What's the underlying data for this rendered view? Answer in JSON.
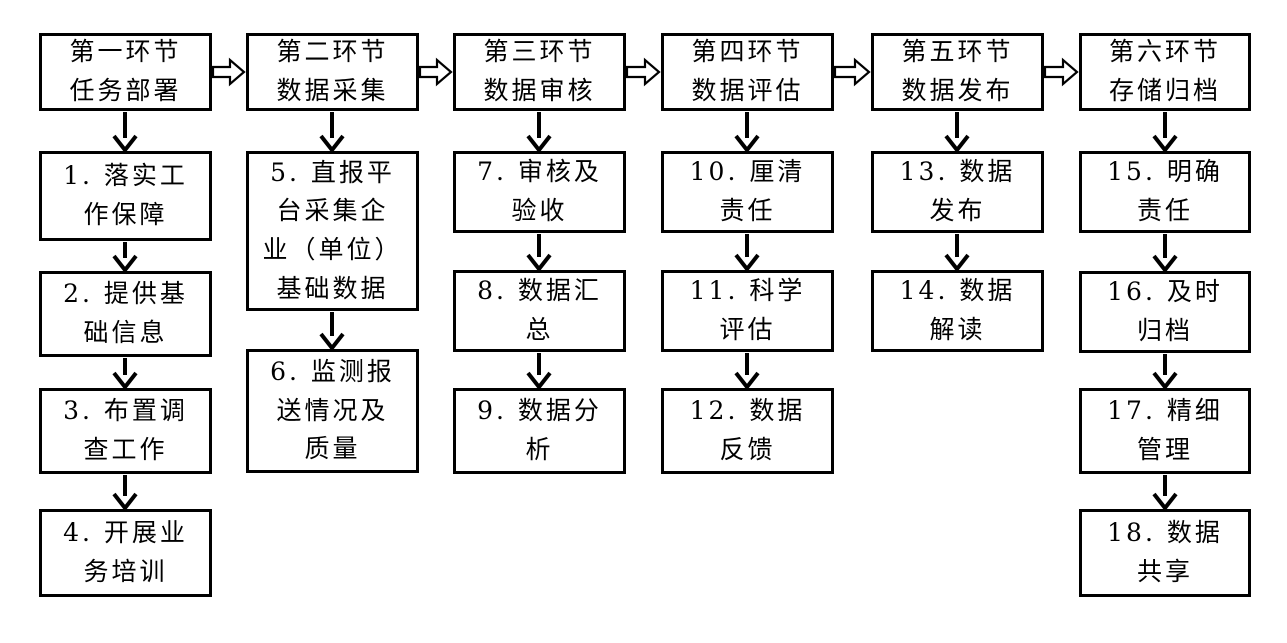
{
  "stages": [
    {
      "title": "第一环节\n任务部署",
      "steps": [
        "1. 落实工\n作保障",
        "2. 提供基\n础信息",
        "3. 布置调\n查工作",
        "4. 开展业\n务培训"
      ]
    },
    {
      "title": "第二环节\n数据采集",
      "steps": [
        "5. 直报平\n台采集企\n业（单位）\n基础数据",
        "6. 监测报\n送情况及\n质量"
      ]
    },
    {
      "title": "第三环节\n数据审核",
      "steps": [
        "7. 审核及\n验收",
        "8. 数据汇\n总",
        "9. 数据分\n析"
      ]
    },
    {
      "title": "第四环节\n数据评估",
      "steps": [
        "10. 厘清\n责任",
        "11. 科学\n评估",
        "12. 数据\n反馈"
      ]
    },
    {
      "title": "第五环节\n数据发布",
      "steps": [
        "13. 数据\n发布",
        "14. 数据\n解读"
      ]
    },
    {
      "title": "第六环节\n存储归档",
      "steps": [
        "15. 明确\n责任",
        "16. 及时\n归档",
        "17. 精细\n管理",
        "18. 数据\n共享"
      ]
    }
  ]
}
